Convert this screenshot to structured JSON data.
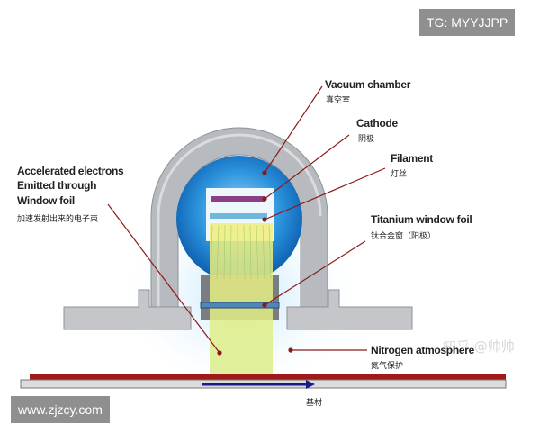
{
  "watermarks": {
    "top_right": "TG: MYYJJPP",
    "bottom_left": "www.zjzcy.com",
    "zhihu": "知乎 @帅帅"
  },
  "labels": {
    "vacuum": {
      "en": "Vacuum chamber",
      "cn": "真空室"
    },
    "cathode": {
      "en": "Cathode",
      "cn": "阴极"
    },
    "filament": {
      "en": "Filament",
      "cn": "灯丝"
    },
    "electrons": {
      "en1": "Accelerated electrons",
      "en2": "Emitted through",
      "en3": "Window foil",
      "cn": "加速发射出来的电子束"
    },
    "titanium": {
      "en": "Titanium window foil",
      "cn": "钛合金窗（阳极）"
    },
    "nitrogen": {
      "en": "Nitrogen atmosphere",
      "cn": "氮气保护"
    },
    "substrate": {
      "cn": "基材"
    }
  },
  "colors": {
    "leader": "#8b1a1a",
    "housing": "#b9bcc0",
    "chamber": "#1a7fd0",
    "substrate_red": "#a01a1a",
    "arrow": "#1a1a8a"
  }
}
